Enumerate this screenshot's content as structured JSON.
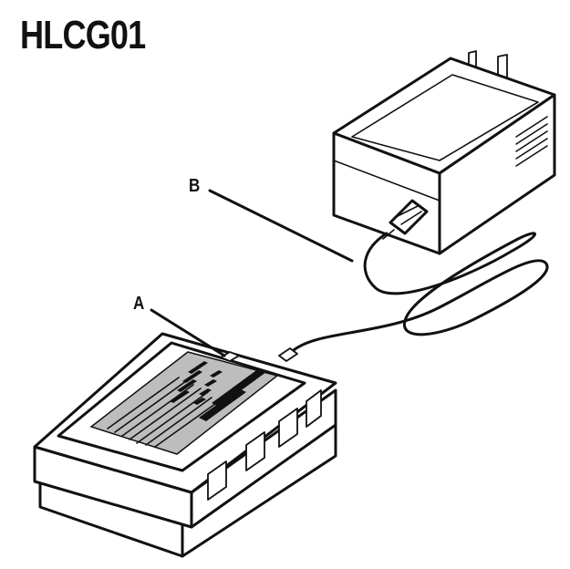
{
  "figure": {
    "title": "HLCG01",
    "callouts": {
      "b": "B",
      "a": "A"
    }
  },
  "colors": {
    "ink": "#111111",
    "label_fill": "#bdbdbd",
    "paper": "#ffffff"
  },
  "icons": [
    "wall-adapter-illustration",
    "charger-base-illustration",
    "power-cord-illustration"
  ]
}
